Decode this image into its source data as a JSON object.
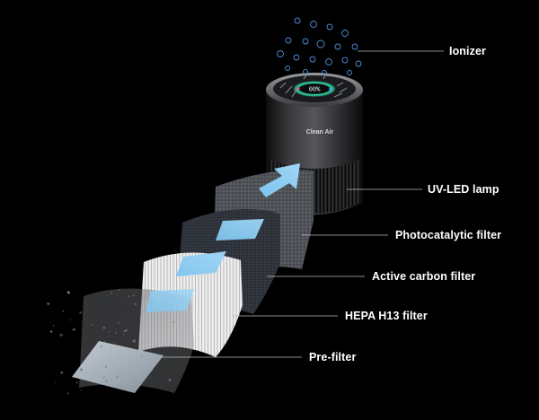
{
  "device": {
    "brand": "Clean Air",
    "display": "00%"
  },
  "labels": {
    "ionizer": "Ionizer",
    "uv_led": "UV-LED lamp",
    "photocatalytic": "Photocatalytic filter",
    "carbon": "Active carbon filter",
    "hepa": "HEPA H13 filter",
    "prefilter": "Pre-filter"
  },
  "colors": {
    "background": "#000000",
    "accent_blue": "#7cc6f0",
    "label_text": "#ffffff",
    "leader_line": "#bbbbbb"
  }
}
